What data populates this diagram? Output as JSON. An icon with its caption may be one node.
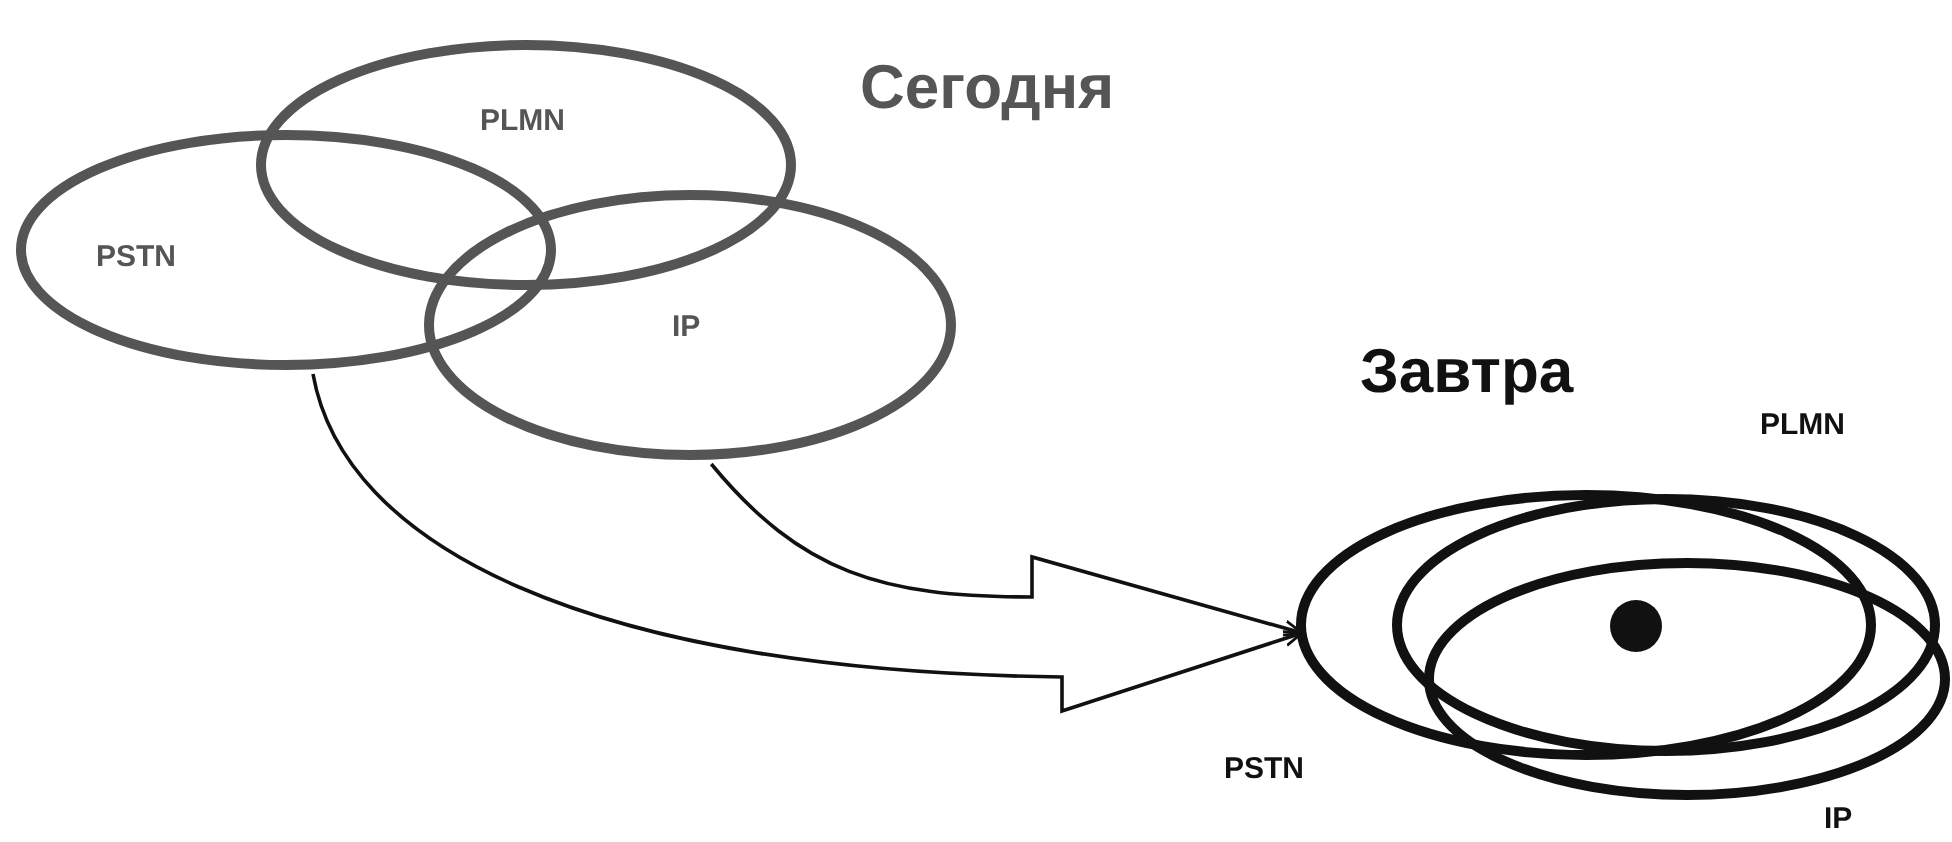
{
  "diagram": {
    "nodes": [
      {
        "text": [
          "PSTN"
        ]
      },
      {
        "text": [
          "PLMN"
        ]
      },
      {
        "text": [
          "IP"
        ]
      },
      {
        "text": [],
        "shape": "ellipse",
        "beside": [
          "PSTN"
        ]
      },
      {
        "text": [],
        "shape": "ellipse",
        "beside": [
          "PLMN"
        ]
      },
      {
        "text": [],
        "shape": "ellipse",
        "beside": [
          "IP"
        ]
      },
      {
        "text": [],
        "shape": "circle"
      }
    ],
    "edges": [
      {
        "from": 0,
        "to": 3,
        "arrow": "to"
      },
      {
        "from": 2,
        "to": 3,
        "arrow": "to"
      }
    ],
    "labels": [
      "Сегодня",
      "Завтра"
    ]
  }
}
